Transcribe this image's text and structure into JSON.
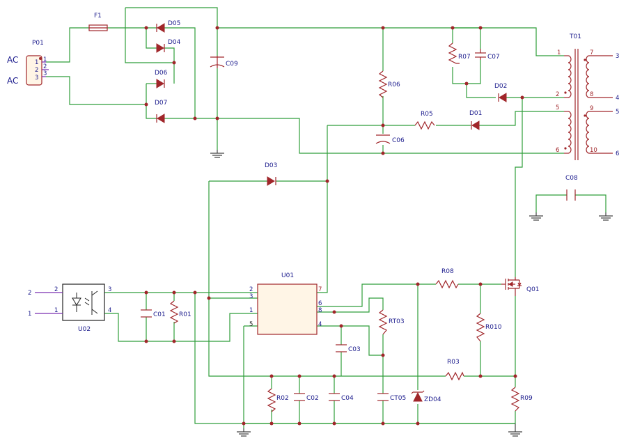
{
  "ac_labels": [
    "AC",
    "AC"
  ],
  "connector": {
    "ref": "P01",
    "pins": [
      "1",
      "2",
      "3"
    ],
    "outer_pins": [
      "1",
      "2",
      "3"
    ]
  },
  "fuse": {
    "ref": "F1"
  },
  "diodes": {
    "D05": "D05",
    "D04": "D04",
    "D06": "D06",
    "D07": "D07",
    "D02": "D02",
    "D01": "D01",
    "D03": "D03"
  },
  "capacitors": {
    "C09": "C09",
    "C07": "C07",
    "C06": "C06",
    "C08": "C08",
    "C01": "C01",
    "C03": "C03",
    "C02": "C02",
    "C04": "C04",
    "CT05": "CT05"
  },
  "resistors": {
    "R06": "R06",
    "R07": "R07",
    "R05": "R05",
    "R01": "R01",
    "R08": "R08",
    "R010": "R010",
    "R03": "R03",
    "R02": "R02",
    "R09": "R09",
    "RT03": "RT03"
  },
  "transformer": {
    "ref": "T01",
    "primary_pins": [
      "1",
      "2",
      "5",
      "6"
    ],
    "secondary_pins": [
      "7",
      "8",
      "9",
      "10"
    ],
    "outputs": [
      "3",
      "4",
      "5",
      "6"
    ]
  },
  "controller": {
    "ref": "U01",
    "left_pins": [
      "2",
      "3",
      "1",
      "5"
    ],
    "right_pins": [
      "7",
      "6",
      "8",
      "4"
    ]
  },
  "optocoupler": {
    "ref": "U02",
    "pins": [
      "2",
      "1",
      "3",
      "4"
    ],
    "ext_pins": [
      "2",
      "1"
    ]
  },
  "mosfet": {
    "ref": "Q01"
  },
  "zener": {
    "ref": "ZD04"
  }
}
